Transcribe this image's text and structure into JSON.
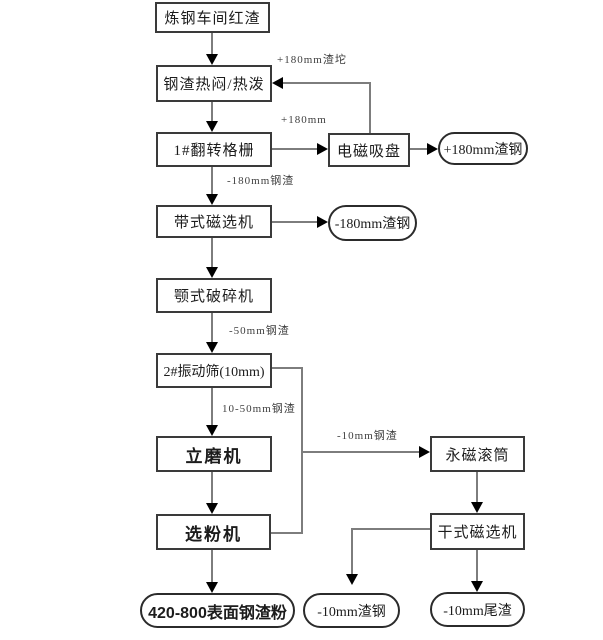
{
  "diagram": {
    "title": "steel-slag-processing-flowchart",
    "nodes": {
      "red_slag": {
        "label": "炼钢车间红渣"
      },
      "hot_stew": {
        "label": "钢渣热闷/热泼"
      },
      "grate1": {
        "label": "1#翻转格栅"
      },
      "magnet_chuck": {
        "label": "电磁吸盘"
      },
      "slag_steel_p180": {
        "label": "+180mm渣钢"
      },
      "belt_separator": {
        "label": "带式磁选机"
      },
      "slag_steel_m180": {
        "label": "-180mm渣钢"
      },
      "jaw_crusher": {
        "label": "颚式破碎机"
      },
      "vib_screen2": {
        "label": "2#振动筛(10mm)"
      },
      "vertical_mill": {
        "label": "立磨机"
      },
      "powder_classifier": {
        "label": "选粉机"
      },
      "perm_magnet_drum": {
        "label": "永磁滚筒"
      },
      "dry_separator": {
        "label": "干式磁选机"
      },
      "slag_powder": {
        "label": "420-800表面钢渣粉"
      },
      "slag_steel_m10": {
        "label": "-10mm渣钢"
      },
      "tailings_m10": {
        "label": "-10mm尾渣"
      }
    },
    "edge_labels": {
      "p180_lump": "+180mm渣坨",
      "p180": "+180mm",
      "m180_slag": "-180mm钢渣",
      "m50_slag": "-50mm钢渣",
      "mid_slag": "10-50mm钢渣",
      "m10_slag": "-10mm钢渣"
    },
    "colors": {
      "background": "#ffffff",
      "box_border": "#3a3a3a",
      "line": "#7d7d7d",
      "arrowhead": "#000000",
      "text": "#1c1c1c"
    }
  }
}
